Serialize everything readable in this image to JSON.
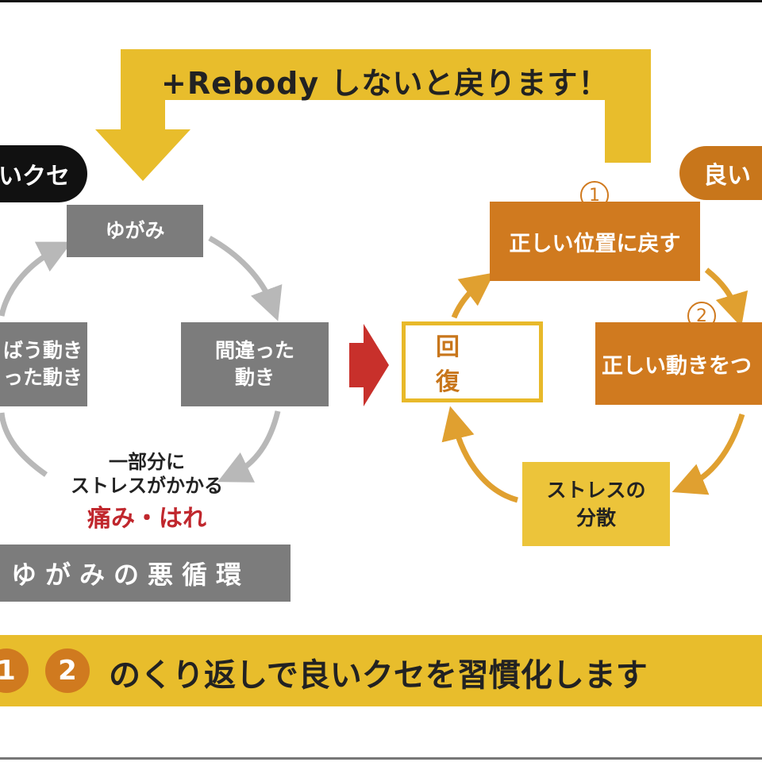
{
  "top_arrow": {
    "text": "+Rebody しないと戻ります！",
    "color": "#e8bd2c"
  },
  "bad_habit": {
    "label": "いクセ"
  },
  "good_habit": {
    "label": "良い"
  },
  "vicious_cycle": {
    "distortion": "ゆがみ",
    "wrong_motion_line1": "間違った",
    "wrong_motion_line2": "動き",
    "left_line1": "ばう動き",
    "left_line2": "った動き",
    "stress_line1": "一部分に",
    "stress_line2": "ストレスがかかる",
    "pain": "痛み・はれ",
    "title": "ゆがみの悪循環",
    "box_color": "#7c7c7c"
  },
  "transition_arrow_color": "#c8302b",
  "recovery": {
    "label": "回復"
  },
  "good_cycle": {
    "step1_number": "1",
    "step1": "正しい位置に戻す",
    "step2_number": "2",
    "step2": "正しい動きをつ",
    "stress_dispersal_line1": "ストレスの",
    "stress_dispersal_line2": "分散",
    "box_color": "#d07a1f",
    "accent_color": "#ecc43a"
  },
  "banner": {
    "circle1": "1",
    "circle2": "2",
    "text": "のくり返しで良いクセを習慣化します"
  }
}
